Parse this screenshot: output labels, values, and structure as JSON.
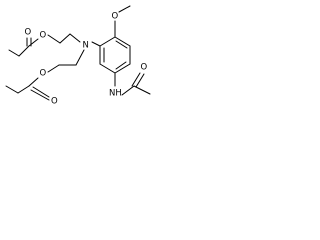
{
  "molecule": {
    "atoms": {
      "methoxy_o": "O",
      "amine_n": "N",
      "upper_ester_o": "O",
      "upper_carbonyl_o": "O",
      "lower_ester_o": "O",
      "lower_carbonyl_o": "O",
      "amide_nh": "NH",
      "amide_o": "O"
    }
  },
  "colors": {
    "bond": "#000000",
    "text": "#000000",
    "background": "#ffffff"
  }
}
